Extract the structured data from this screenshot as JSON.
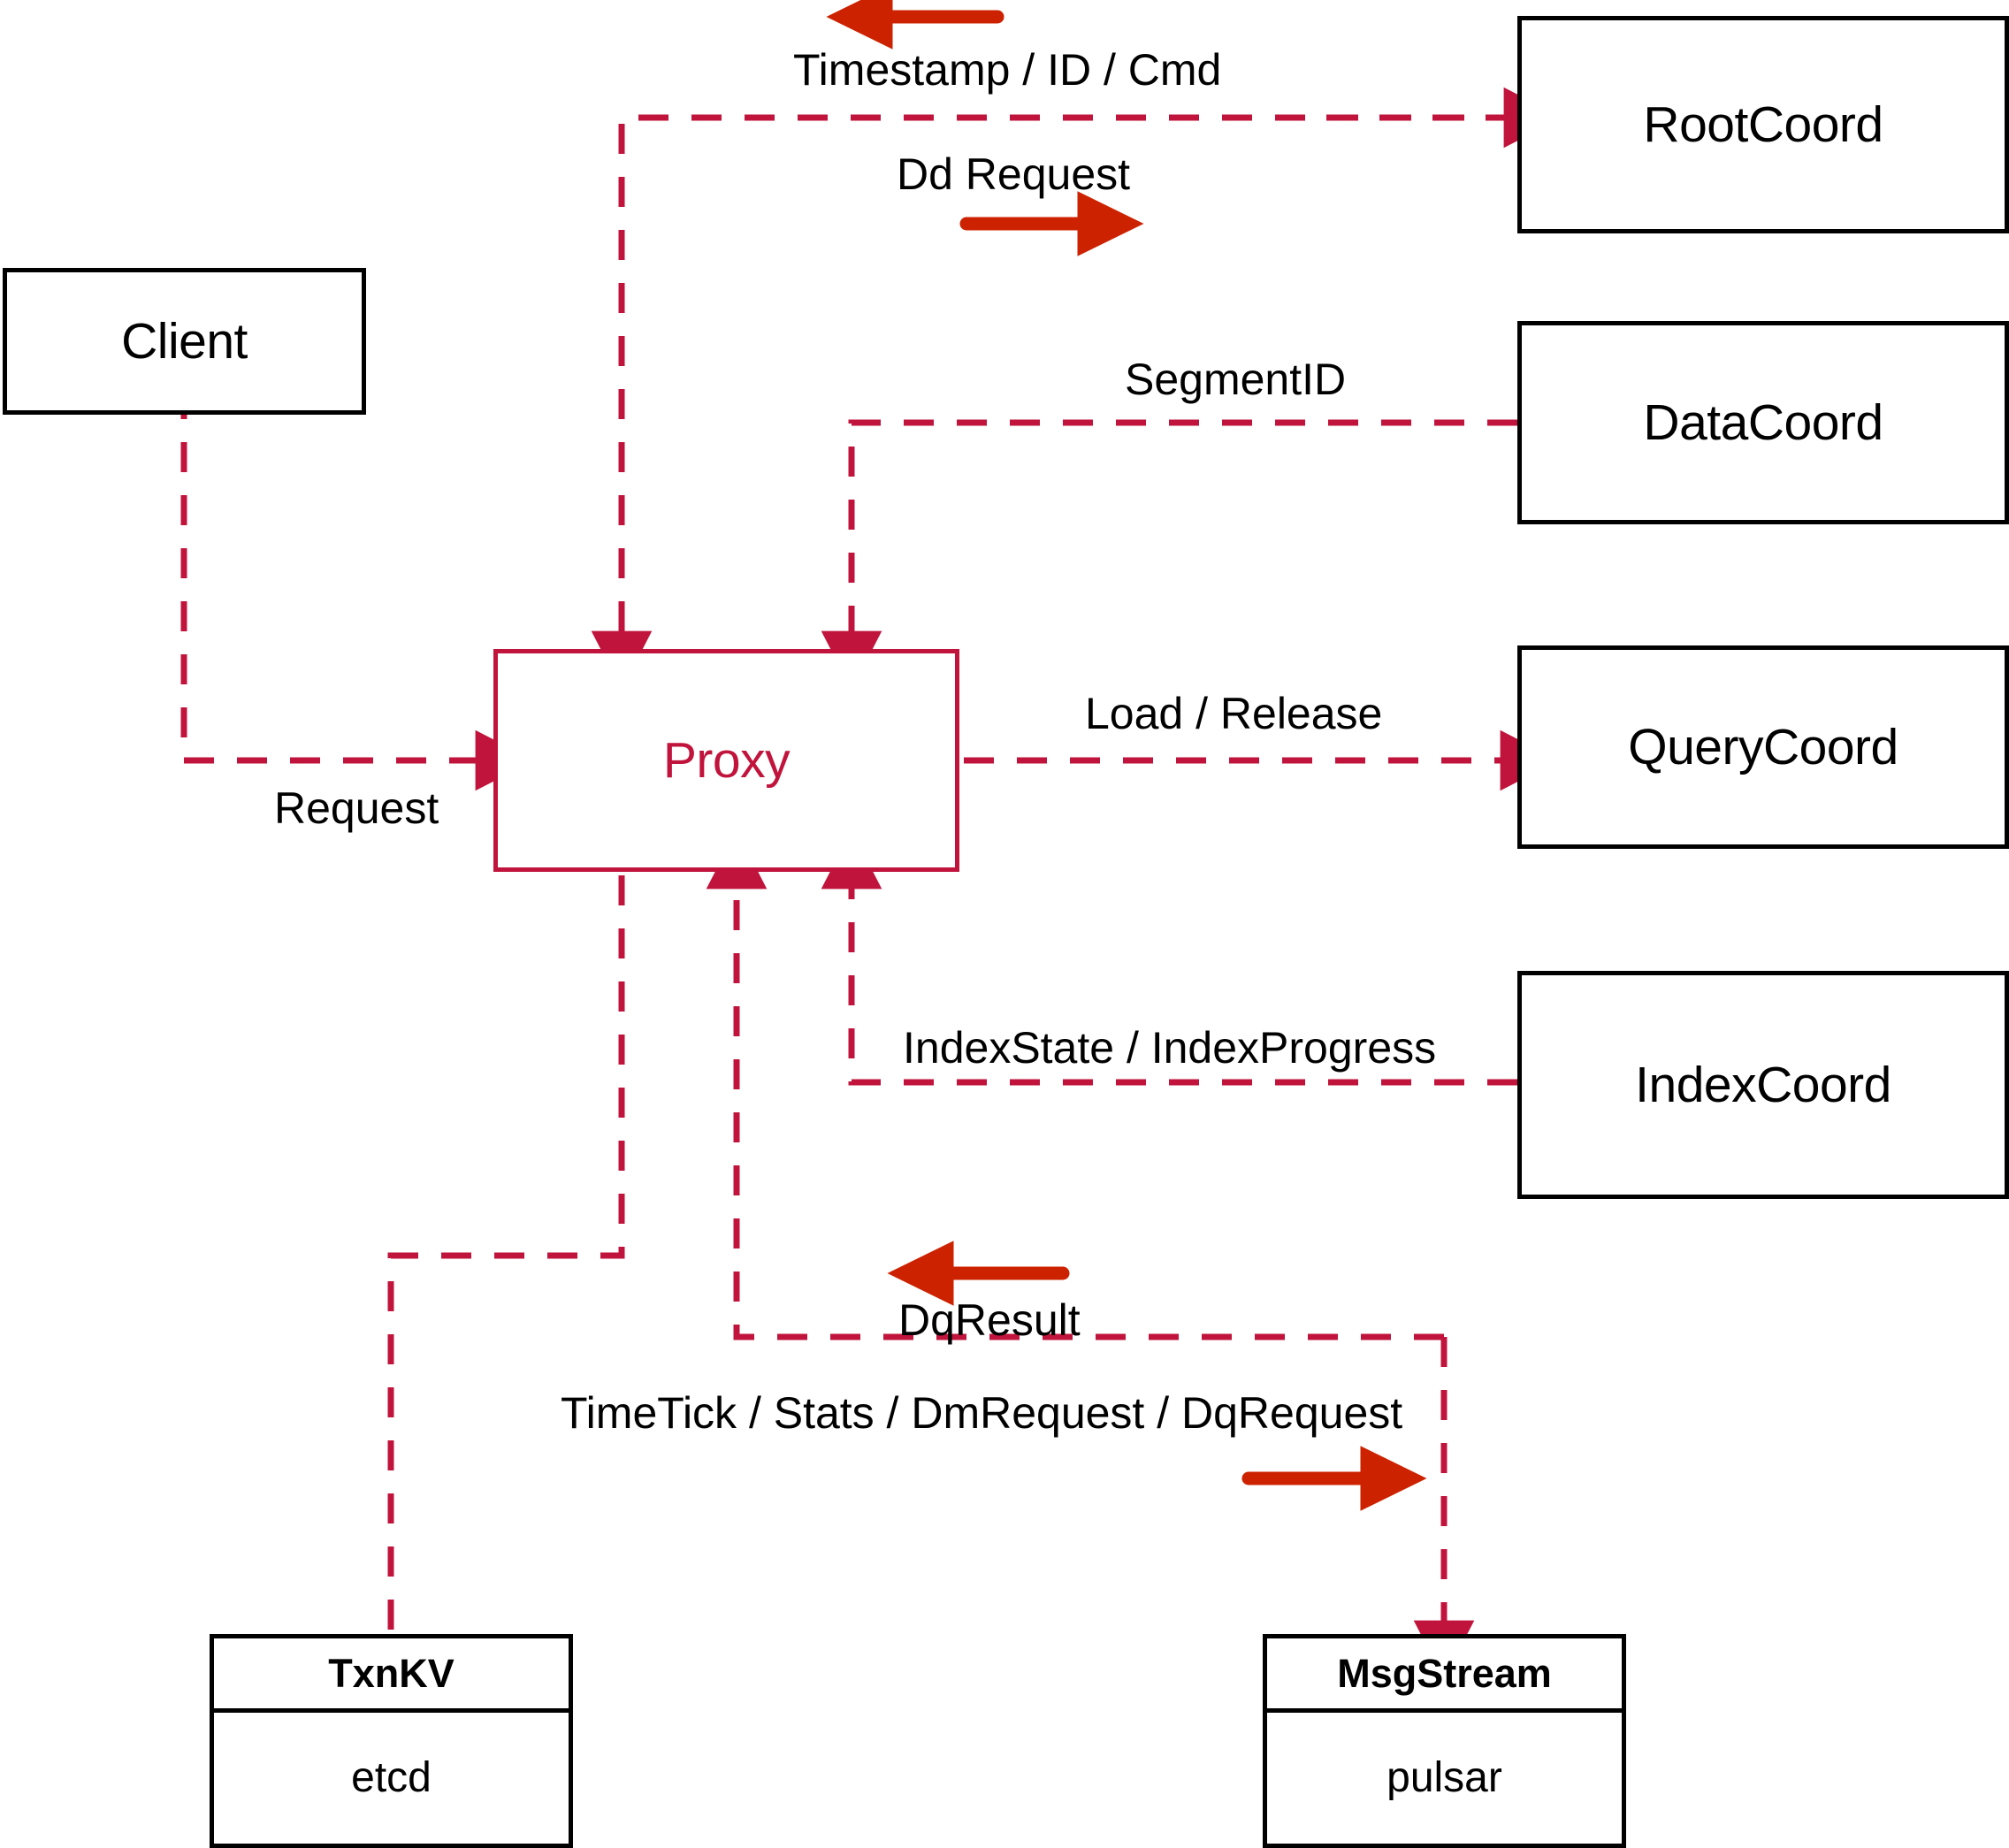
{
  "diagram": {
    "title": "Milvus Proxy component interaction diagram",
    "colors": {
      "connector": "#C1143C",
      "flow_arrow": "#CC2200",
      "node_border": "#000000",
      "proxy_accent": "#C1143C",
      "background": "#FFFFFF"
    }
  },
  "nodes": {
    "client": {
      "label": "Client"
    },
    "proxy": {
      "label": "Proxy"
    },
    "root_coord": {
      "label": "RootCoord"
    },
    "data_coord": {
      "label": "DataCoord"
    },
    "query_coord": {
      "label": "QueryCoord"
    },
    "index_coord": {
      "label": "IndexCoord"
    }
  },
  "stores": {
    "txnkv": {
      "title": "TxnKV",
      "impl": "etcd"
    },
    "msgstream": {
      "title": "MsgStream",
      "impl": "pulsar"
    }
  },
  "edge_labels": {
    "timestamp_id_cmd": "Timestamp / ID / Cmd",
    "dd_request": "Dd Request",
    "segment_id": "SegmentID",
    "request": "Request",
    "load_release": "Load / Release",
    "index_state_progress": "IndexState / IndexProgress",
    "dq_result": "DqResult",
    "timetick_stats": "TimeTick / Stats / DmRequest / DqRequest"
  },
  "icons": {
    "arrow_left_timestamp": "arrow-left-icon",
    "arrow_right_dd": "arrow-right-icon",
    "arrow_left_dqresult": "arrow-left-icon",
    "arrow_right_timetick": "arrow-right-icon"
  }
}
